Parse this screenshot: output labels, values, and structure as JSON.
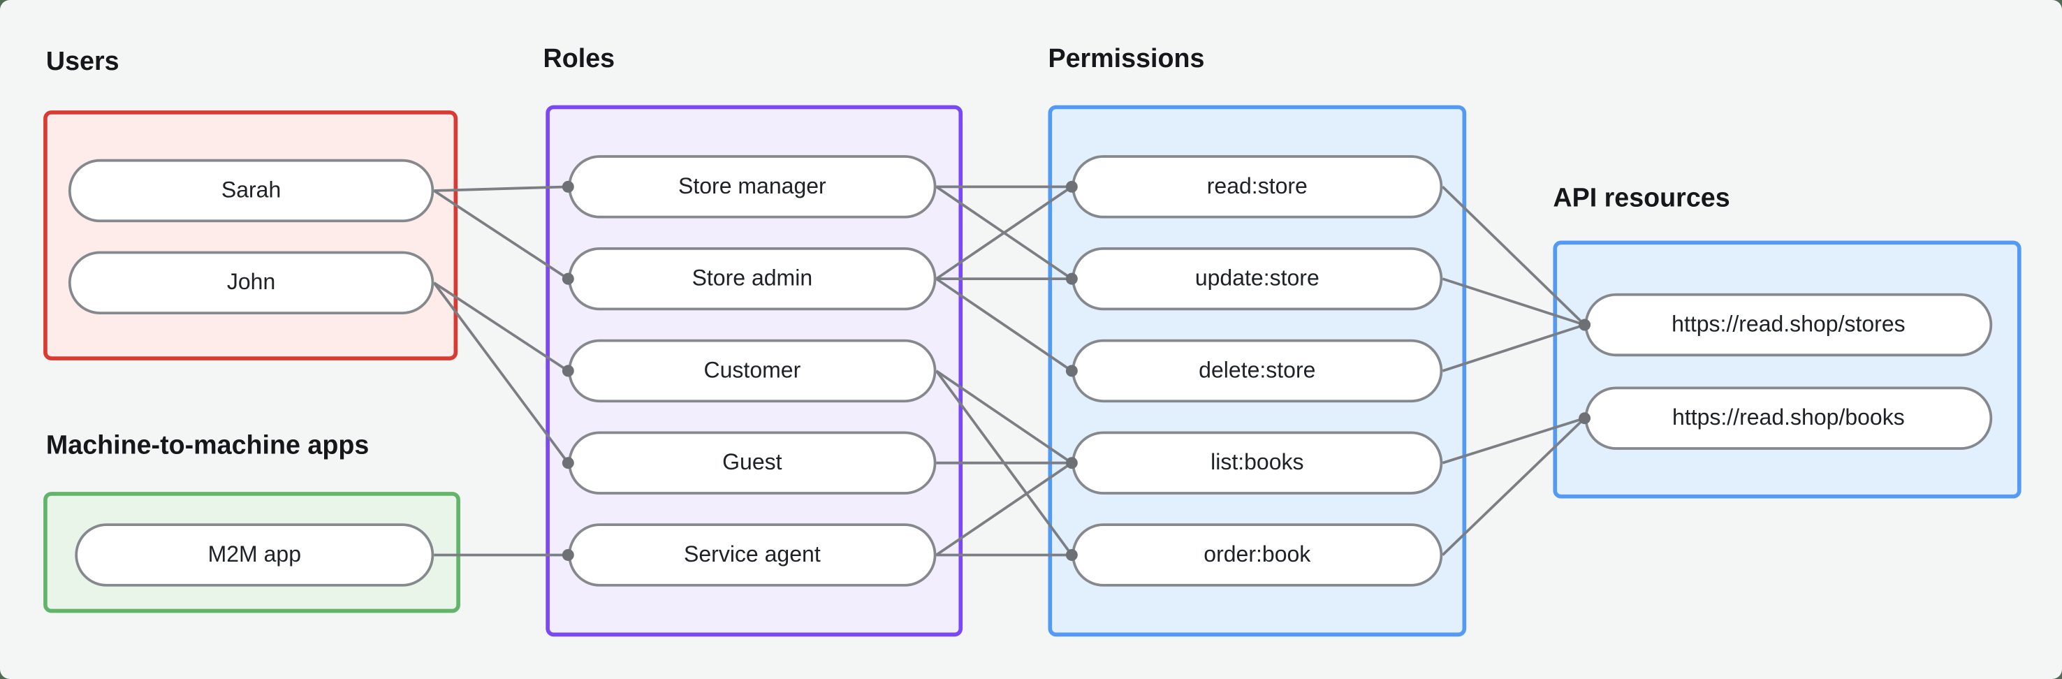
{
  "canvas": {
    "outside_background": "#4d6e55",
    "card_background": "#f4f6f5",
    "line_color": "#7b7e83",
    "dot_color": "#6d7075",
    "pill_fill": "#ffffff",
    "pill_border_color": "#85888c",
    "pill_text_color": "#1e2226",
    "label_text_color": "#15181b"
  },
  "groups": [
    {
      "id": "users",
      "label": "Users",
      "border": "#d93a32",
      "fill": "#fdecea"
    },
    {
      "id": "m2m",
      "label": "Machine-to-machine apps",
      "border": "#61b46a",
      "fill": "#eaf5ea"
    },
    {
      "id": "roles",
      "label": "Roles",
      "border": "#7a48f6",
      "fill": "#f3eefd"
    },
    {
      "id": "permissions",
      "label": "Permissions",
      "border": "#539af7",
      "fill": "#e2effd"
    },
    {
      "id": "api_resources",
      "label": "API resources",
      "border": "#539af7",
      "fill": "#e2effd"
    }
  ],
  "nodes": {
    "sarah": {
      "label": "Sarah",
      "group": "users"
    },
    "john": {
      "label": "John",
      "group": "users"
    },
    "m2m_app": {
      "label": "M2M app",
      "group": "m2m"
    },
    "store_manager": {
      "label": "Store manager",
      "group": "roles"
    },
    "store_admin": {
      "label": "Store admin",
      "group": "roles"
    },
    "customer": {
      "label": "Customer",
      "group": "roles"
    },
    "guest": {
      "label": "Guest",
      "group": "roles"
    },
    "service_agent": {
      "label": "Service agent",
      "group": "roles"
    },
    "read_store": {
      "label": "read:store",
      "group": "permissions"
    },
    "update_store": {
      "label": "update:store",
      "group": "permissions"
    },
    "delete_store": {
      "label": "delete:store",
      "group": "permissions"
    },
    "list_books": {
      "label": "list:books",
      "group": "permissions"
    },
    "order_book": {
      "label": "order:book",
      "group": "permissions"
    },
    "stores_resource": {
      "label": "https://read.shop/stores",
      "group": "api_resources"
    },
    "books_resource": {
      "label": "https://read.shop/books",
      "group": "api_resources"
    }
  },
  "edges": [
    {
      "from": "sarah",
      "to": "store_manager"
    },
    {
      "from": "sarah",
      "to": "store_admin"
    },
    {
      "from": "john",
      "to": "customer"
    },
    {
      "from": "john",
      "to": "guest"
    },
    {
      "from": "m2m_app",
      "to": "service_agent"
    },
    {
      "from": "store_manager",
      "to": "read_store"
    },
    {
      "from": "store_manager",
      "to": "update_store"
    },
    {
      "from": "store_admin",
      "to": "read_store"
    },
    {
      "from": "store_admin",
      "to": "update_store"
    },
    {
      "from": "store_admin",
      "to": "delete_store"
    },
    {
      "from": "customer",
      "to": "list_books"
    },
    {
      "from": "customer",
      "to": "order_book"
    },
    {
      "from": "guest",
      "to": "list_books"
    },
    {
      "from": "service_agent",
      "to": "list_books"
    },
    {
      "from": "service_agent",
      "to": "order_book"
    },
    {
      "from": "read_store",
      "to": "stores_resource"
    },
    {
      "from": "update_store",
      "to": "stores_resource"
    },
    {
      "from": "delete_store",
      "to": "stores_resource"
    },
    {
      "from": "list_books",
      "to": "books_resource"
    },
    {
      "from": "order_book",
      "to": "books_resource"
    }
  ]
}
